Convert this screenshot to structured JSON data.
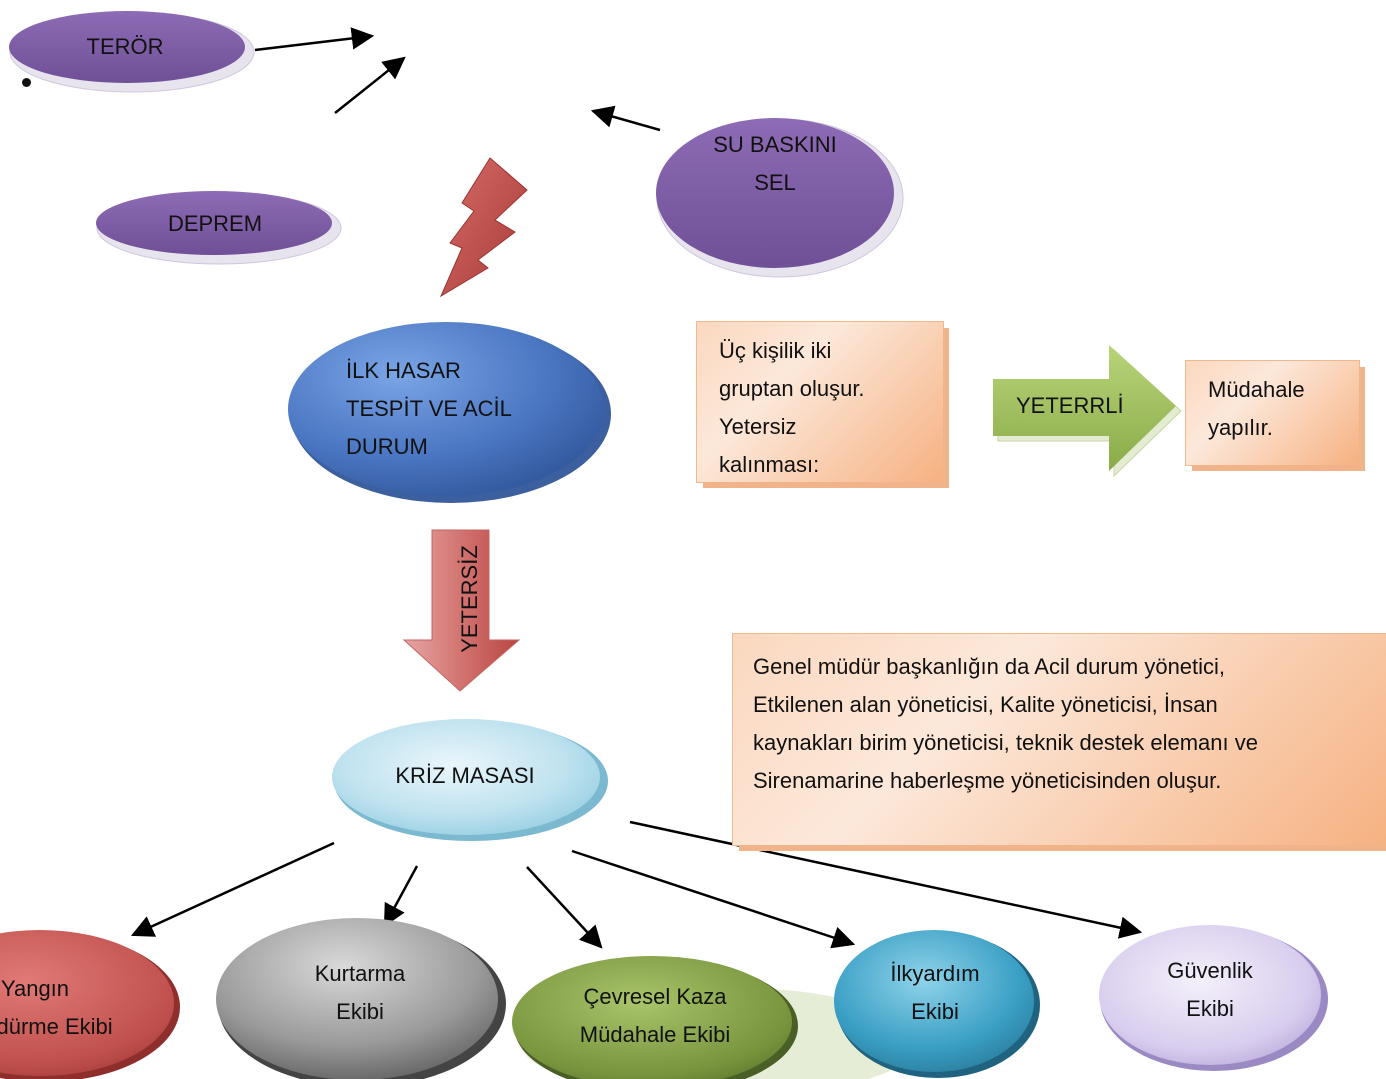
{
  "hazards": {
    "teror": "TERÖR",
    "deprem": "DEPREM",
    "su_baskini_line1": "SU BASKINI",
    "su_baskini_line2": "SEL"
  },
  "first_response": {
    "line1": "İLK HASAR",
    "line2": "TESPİT VE ACİL",
    "line3": "DURUM"
  },
  "team_note": {
    "line1": "Üç kişilik iki",
    "line2": "gruptan oluşur.",
    "line3": "Yetersiz",
    "line4": "kalınması:"
  },
  "yeterli_label": "YETERRLİ",
  "intervention": {
    "line1": "Müdahale",
    "line2": "yapılır."
  },
  "yetersiz_label": "YETERSİZ",
  "crisis_desk": "KRİZ MASASI",
  "committee_note": {
    "line1": "Genel müdür başkanlığın da Acil durum yönetici,",
    "line2": "Etkilenen alan yöneticisi, Kalite yöneticisi, İnsan",
    "line3": "kaynakları birim yöneticisi, teknik destek elemanı ve",
    "line4": "Sirenamarine haberleşme yöneticisinden oluşur."
  },
  "teams": {
    "fire_line1": "Yangın",
    "fire_line2": "Söndürme Ekibi",
    "rescue_line1": "Kurtarma",
    "rescue_line2": "Ekibi",
    "env_line1": "Çevresel Kaza",
    "env_line2": "Müdahale Ekibi",
    "firstaid_line1": "İlkyardım",
    "firstaid_line2": "Ekibi",
    "security_line1": "Güvenlik",
    "security_line2": "Ekibi"
  },
  "colors": {
    "purple": "#7e5ea4",
    "blue": "#4f7ac6",
    "red": "#c0504d",
    "gray": "#8c8c8c",
    "green": "#77933c",
    "teal": "#3a9fc4",
    "lavender": "#c9bde3",
    "orange": "#f8c6a4",
    "arrow_green": "#9bbb59",
    "arrow_red": "#c0504d"
  }
}
